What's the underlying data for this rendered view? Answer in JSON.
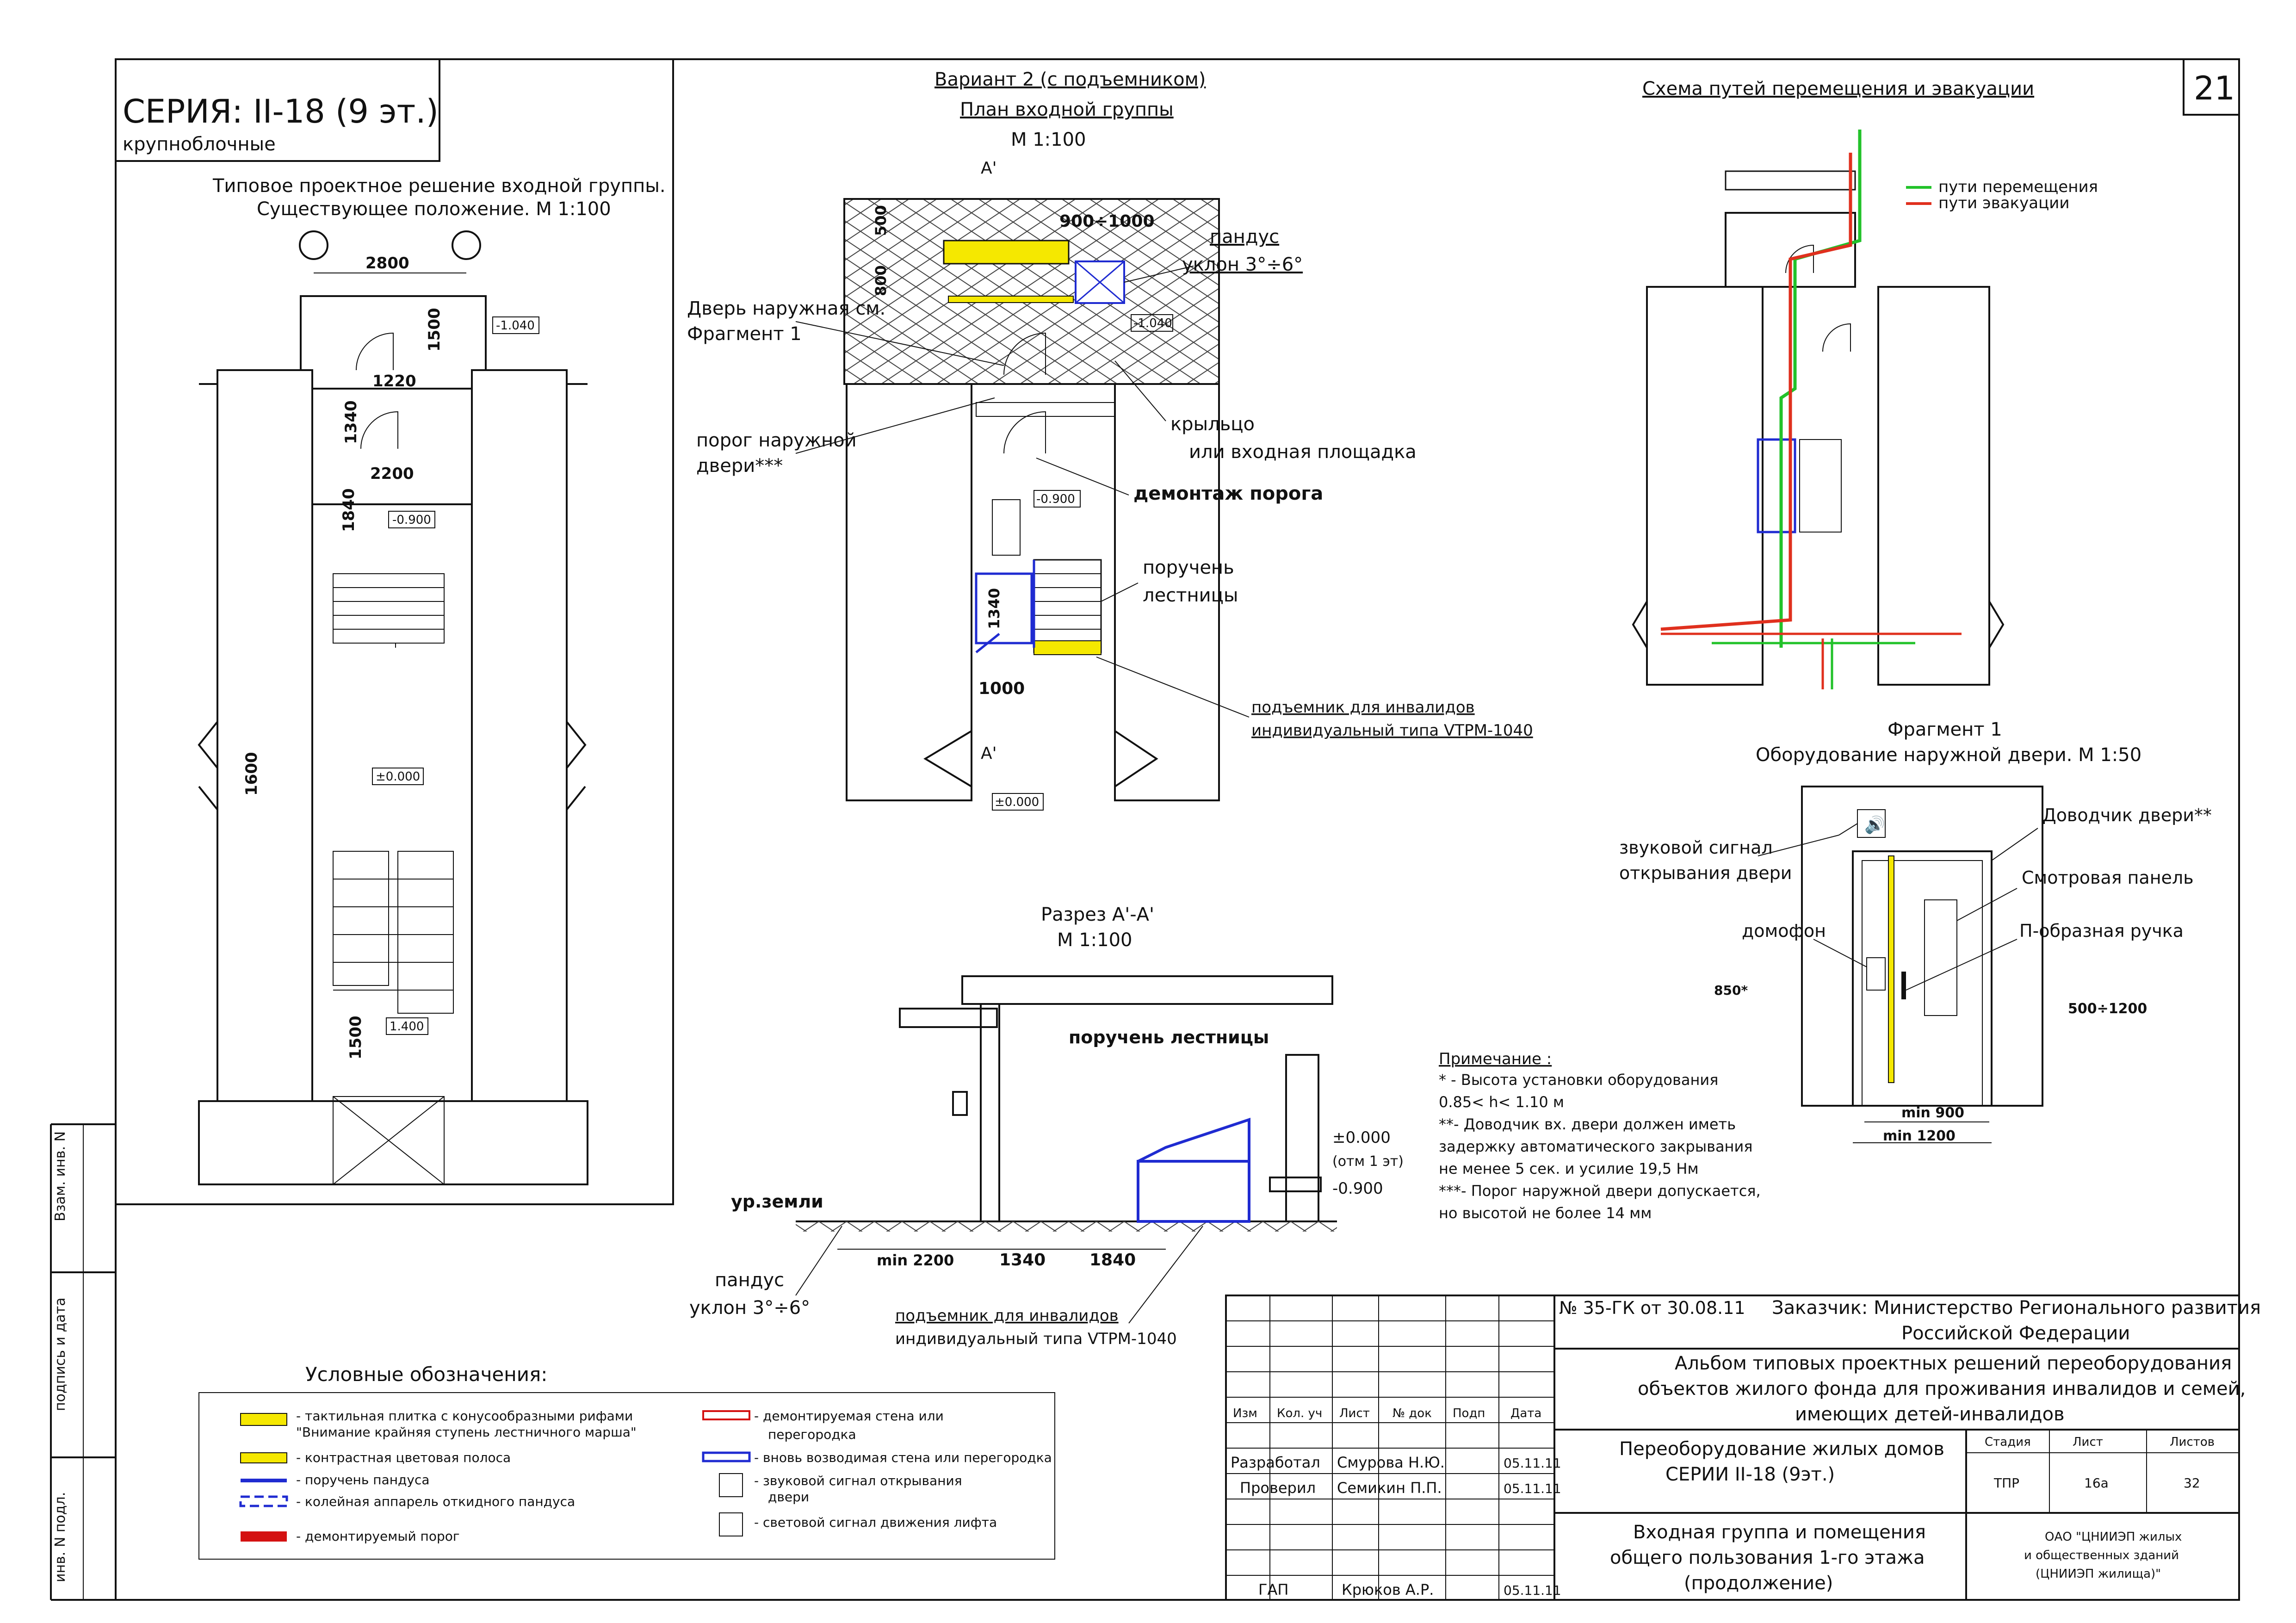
{
  "page_number": "21",
  "series": {
    "title": "СЕРИЯ: II-18 (9 эт.)",
    "subtitle": "крупноблочные"
  },
  "typical": {
    "title": "Типовое проектное решение входной группы.",
    "title2": "Существующее положение. М 1:100",
    "dims": [
      "2800",
      "1500",
      "1220",
      "1340",
      "2200",
      "1840",
      "1600",
      "1500"
    ],
    "levels": [
      "-1.040",
      "-0.900",
      "±0.000",
      "1.400"
    ]
  },
  "variant": {
    "title": "Вариант 2 (с подъемником)",
    "title2": "План входной группы",
    "scale": "М 1:100",
    "section_mark": "А'",
    "dims": [
      "900÷1000",
      "500",
      "800",
      "1340",
      "1000"
    ],
    "levels": [
      "-1.040",
      "-0.900",
      "±0.000"
    ],
    "labels": {
      "ramp": "пандус",
      "ramp_slope": "уклон 3°÷6°",
      "door": "Дверь наружная см.",
      "fragment": "Фрагмент 1",
      "threshold": "порог наружной",
      "threshold2": "двери***",
      "porch": "крыльцо",
      "porch2": "или входная площадка",
      "dismantle": "демонтаж порога",
      "handrail": "поручень",
      "handrail2": "лестницы",
      "lift": "подъемник для инвалидов",
      "lift2": "индивидуальный типа VTPM-1040"
    }
  },
  "evac": {
    "title": "Схема путей перемещения и эвакуации",
    "legend_move": "пути перемещения",
    "legend_evac": "пути эвакуации",
    "color_move": "#22c22a",
    "color_evac": "#e0301e"
  },
  "section": {
    "title": "Разрез А'-А'",
    "scale": "М 1:100",
    "handrail": "поручень лестницы",
    "ground": "ур.земли",
    "dims": [
      "min 2200",
      "1340",
      "1840"
    ],
    "levels": [
      "±0.000",
      "(отм 1 эт)",
      "-0.900"
    ],
    "ramp": "пандус",
    "ramp_slope": "уклон 3°÷6°",
    "lift": "подъемник для инвалидов",
    "lift2": "индивидуальный типа VTPM-1040"
  },
  "fragment": {
    "title": "Фрагмент 1",
    "title2": "Оборудование наружной двери. М 1:50",
    "closer": "Доводчик двери**",
    "sound": "звуковой сигнал",
    "sound2": "открывания двери",
    "window": "Смотровая панель",
    "intercom": "домофон",
    "handle": "П-образная ручка",
    "h850": "850*",
    "w500": "500÷1200",
    "min900": "min 900",
    "min1200": "min 1200"
  },
  "notes": {
    "title": "Примечание :",
    "lines": [
      "* - Высота установки оборудования",
      "0.85< h< 1.10 м",
      "**- Доводчик вх. двери должен иметь",
      "задержку автоматического закрывания",
      "не менее 5 сек. и усилие 19,5 Нм",
      "***- Порог наружной двери допускается,",
      "но высотой не более 14 мм"
    ]
  },
  "legend": {
    "title": "Условные обозначения:",
    "items": [
      {
        "text": "- тактильная плитка с конусообразными рифами",
        "text2": "\"Внимание крайняя ступень лестничного марша\"",
        "color": "#f5e800"
      },
      {
        "text": "- контрастная цветовая полоса",
        "color": "#f5e800"
      },
      {
        "text": "- поручень пандуса",
        "color": "#1f2bd1"
      },
      {
        "text": "- колейная аппарель откидного пандуса",
        "color": "#1f2bd1"
      },
      {
        "text": "- демонтируемый порог",
        "color": "#d41111"
      },
      {
        "text": "- демонтируемая стена или",
        "text2": "перегородка",
        "color": "#d41111"
      },
      {
        "text": "- вновь возводимая стена или перегородка",
        "color": "#1f2bd1"
      },
      {
        "text": "- звуковой сигнал открывания",
        "text2": "двери"
      },
      {
        "text": "- световой сигнал движения лифта"
      }
    ]
  },
  "side": {
    "a": "Взам. инв. N",
    "b": "подпись и дата",
    "c": "инв. N подл."
  },
  "stamp": {
    "order": "№ 35-ГК от 30.08.11",
    "customer": "Заказчик: Министерство Регионального развития",
    "customer2": "Российской Федерации",
    "album": "Альбом типовых проектных решений переоборудования",
    "album2": "объектов жилого фонда для проживания инвалидов и семей,",
    "album3": "имеющих детей-инвалидов",
    "cols": [
      "Изм",
      "Кол. уч",
      "Лист",
      "№ док",
      "Подп",
      "Дата"
    ],
    "dev_role": "Разработал",
    "dev_name": "Смурова Н.Ю.",
    "dev_date": "05.11.11",
    "chk_role": "Проверил",
    "chk_name": "Семикин П.П.",
    "chk_date": "05.11.11",
    "gap_role": "ГАП",
    "gap_name": "Крюков А.Р.",
    "gap_date": "05.11.11",
    "object": "Переоборудование жилых домов",
    "object2": "СЕРИИ II-18 (9эт.)",
    "sheet_name": "Входная группа и помещения",
    "sheet_name2": "общего пользования 1-го этажа",
    "sheet_name3": "(продолжение)",
    "stage_h": "Стадия",
    "sheet_h": "Лист",
    "sheets_h": "Листов",
    "stage": "ТПР",
    "sheet": "16а",
    "sheets": "32",
    "org": "ОАО \"ЦНИИЭП жилых",
    "org2": "и общественных зданий",
    "org3": "(ЦНИИЭП жилища)\""
  }
}
